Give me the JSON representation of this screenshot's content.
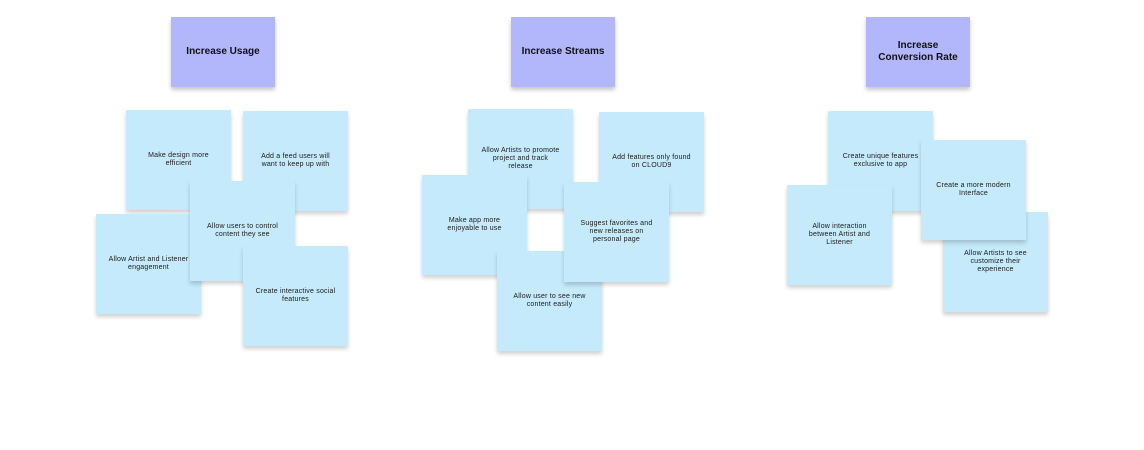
{
  "columns": [
    {
      "header": "Increase Usage",
      "notes": [
        "Make design more efficient",
        "Add a feed users will want to keep up with",
        "Allow Artist and Listener engagement",
        "Allow users to control content they see",
        "Create interactive social features"
      ]
    },
    {
      "header": "Increase Streams",
      "notes": [
        "Allow Artists to promote project and track release",
        "Add features only found on CLOUD9",
        "Make app more enjoyable to use",
        "Suggest favorites and new releases on personal page",
        "Allow user to see new content easily"
      ]
    },
    {
      "header": "Increase Conversion Rate",
      "notes": [
        "Create unique features exclusive to app",
        "Create a more modern Interface",
        "Allow interaction between Artist and Listener",
        "Allow Artists to see customize their experience"
      ]
    }
  ],
  "colors": {
    "header_note": "#b2b6fb",
    "sticky_note": "#c5eafb"
  }
}
